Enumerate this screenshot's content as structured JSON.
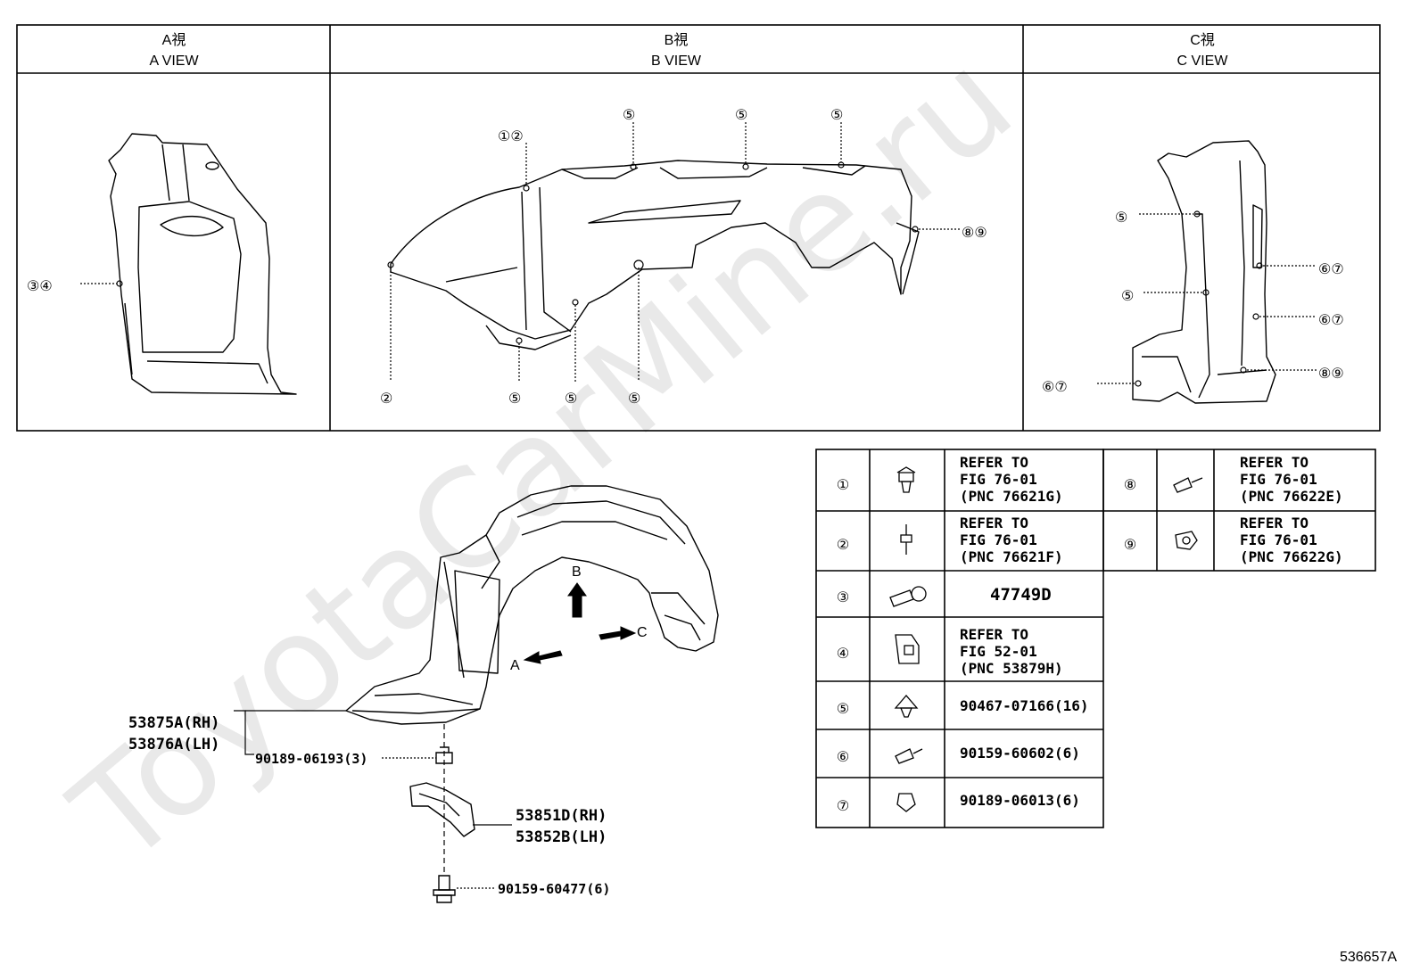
{
  "views": [
    {
      "jp": "A視",
      "en": "A VIEW"
    },
    {
      "jp": "B視",
      "en": "B VIEW"
    },
    {
      "jp": "C視",
      "en": "C VIEW"
    }
  ],
  "callouts": {
    "a_34": "③④",
    "b_12": "①②",
    "b_5": "⑤",
    "b_89": "⑧⑨",
    "b_2": "②",
    "c_5": "⑤",
    "c_67": "⑥⑦",
    "c_89": "⑧⑨"
  },
  "main_labels": {
    "liner_rh": "53875A(RH)",
    "liner_lh": "53876A(LH)",
    "clip": "90189-06193(3)",
    "bracket_rh": "53851D(RH)",
    "bracket_lh": "53852B(LH)",
    "screw": "90159-60477(6)",
    "arrow_a": "A",
    "arrow_b": "B",
    "arrow_c": "C"
  },
  "legend": [
    {
      "num": "①",
      "lines": [
        "REFER TO",
        "FIG 76-01",
        "(PNC 76621G)"
      ]
    },
    {
      "num": "②",
      "lines": [
        "REFER TO",
        "FIG 76-01",
        "(PNC 76621F)"
      ]
    },
    {
      "num": "③",
      "lines": [
        "47749D"
      ]
    },
    {
      "num": "④",
      "lines": [
        "REFER TO",
        "FIG 52-01",
        "(PNC 53879H)"
      ]
    },
    {
      "num": "⑤",
      "lines": [
        "90467-07166(16)"
      ]
    },
    {
      "num": "⑥",
      "lines": [
        "90159-60602(6)"
      ]
    },
    {
      "num": "⑦",
      "lines": [
        "90189-06013(6)"
      ]
    },
    {
      "num": "⑧",
      "lines": [
        "REFER TO",
        "FIG 76-01",
        "(PNC 76622E)"
      ]
    },
    {
      "num": "⑨",
      "lines": [
        "REFER TO",
        "FIG 76-01",
        "(PNC 76622G)"
      ]
    }
  ],
  "watermark": "ToyotaCarMine.ru",
  "figure_id": "536657A"
}
